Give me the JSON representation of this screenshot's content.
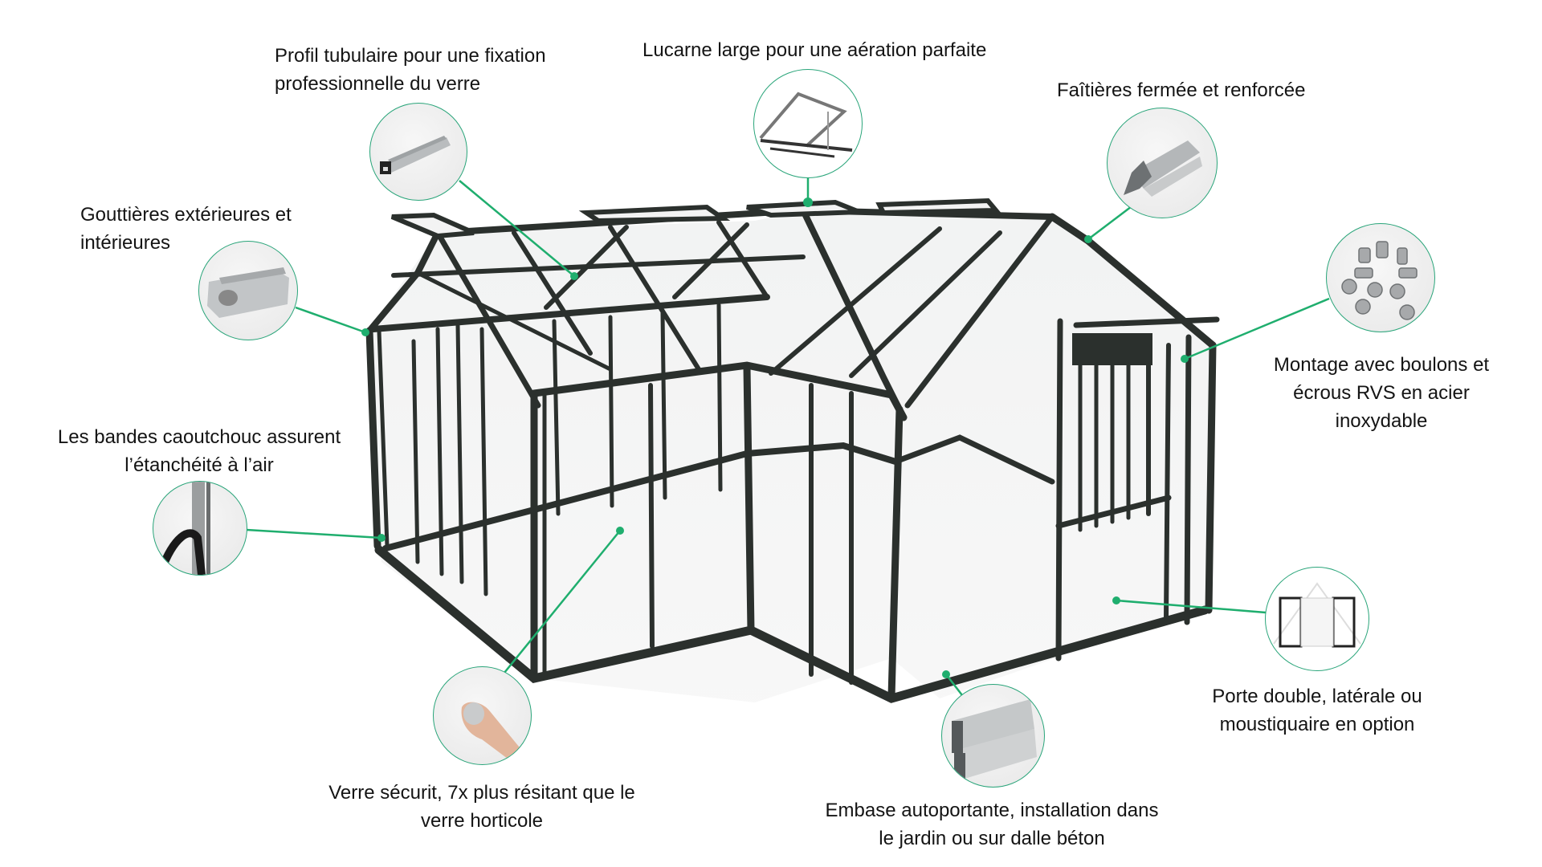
{
  "accent_color": "#1fae6e",
  "frame_color": "#2b302d",
  "features": [
    {
      "id": "profil",
      "lines": [
        "Profil tubulaire pour une fixation",
        "professionnelle du verre"
      ],
      "icon": "tubular-profile-icon"
    },
    {
      "id": "lucarne",
      "lines": [
        "Lucarne large pour une aération parfaite"
      ],
      "icon": "roof-vent-icon"
    },
    {
      "id": "faitieres",
      "lines": [
        "Faîtières fermée et renforcée"
      ],
      "icon": "ridge-profile-icon"
    },
    {
      "id": "gouttieres",
      "lines": [
        "Gouttières extérieures et",
        "intérieures"
      ],
      "icon": "gutter-icon"
    },
    {
      "id": "boulons",
      "lines": [
        "Montage avec boulons et",
        "écrous RVS en acier",
        "inoxydable"
      ],
      "icon": "bolts-nuts-icon"
    },
    {
      "id": "bandes",
      "lines": [
        "Les bandes caoutchouc assurent",
        "l’étanchéité à l’air"
      ],
      "icon": "rubber-seal-icon"
    },
    {
      "id": "verre",
      "lines": [
        "Verre sécurit, 7x plus résitant que le",
        "verre horticole"
      ],
      "icon": "safety-glass-hand-icon"
    },
    {
      "id": "embase",
      "lines": [
        "Embase autoportante, installation dans",
        "le jardin ou sur dalle béton"
      ],
      "icon": "base-profile-icon"
    },
    {
      "id": "porte",
      "lines": [
        "Porte double, latérale ou",
        "moustiquaire en option"
      ],
      "icon": "double-door-icon"
    }
  ]
}
